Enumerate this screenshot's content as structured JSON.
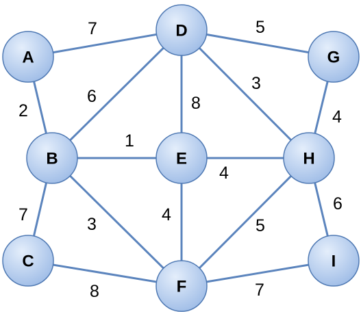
{
  "graph": {
    "nodes": [
      "A",
      "B",
      "C",
      "D",
      "E",
      "F",
      "G",
      "H",
      "I"
    ],
    "edges": [
      {
        "from": "A",
        "to": "D",
        "weight": "7"
      },
      {
        "from": "D",
        "to": "G",
        "weight": "5"
      },
      {
        "from": "A",
        "to": "B",
        "weight": "2"
      },
      {
        "from": "B",
        "to": "D",
        "weight": "6"
      },
      {
        "from": "D",
        "to": "E",
        "weight": "8"
      },
      {
        "from": "D",
        "to": "H",
        "weight": "3"
      },
      {
        "from": "G",
        "to": "H",
        "weight": "4"
      },
      {
        "from": "B",
        "to": "E",
        "weight": "1"
      },
      {
        "from": "E",
        "to": "H",
        "weight": "4"
      },
      {
        "from": "B",
        "to": "C",
        "weight": "7"
      },
      {
        "from": "B",
        "to": "F",
        "weight": "3"
      },
      {
        "from": "E",
        "to": "F",
        "weight": "4"
      },
      {
        "from": "F",
        "to": "H",
        "weight": "5"
      },
      {
        "from": "H",
        "to": "I",
        "weight": "6"
      },
      {
        "from": "C",
        "to": "F",
        "weight": "8"
      },
      {
        "from": "F",
        "to": "I",
        "weight": "7"
      }
    ]
  },
  "colors": {
    "edge": "#5b84bd",
    "node_fill_light": "#e4eefb",
    "node_fill_dark": "#9dbbe6",
    "node_stroke": "#4f79b3",
    "text": "#000000"
  }
}
